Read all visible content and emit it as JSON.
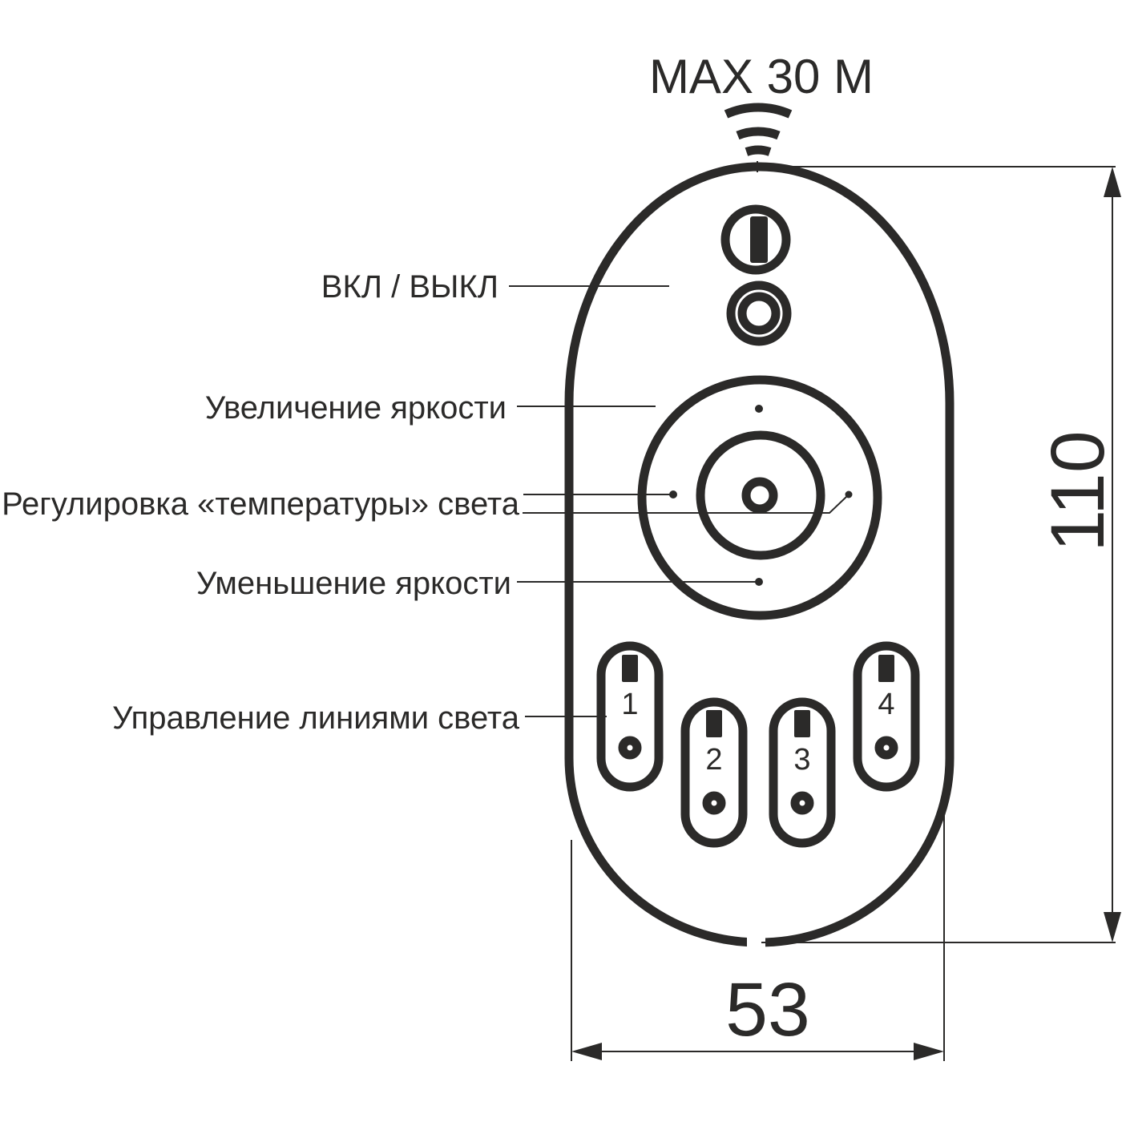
{
  "title": {
    "max_range": "MAX 30 M"
  },
  "callouts": {
    "power": "ВКЛ / ВЫКЛ",
    "brightness_up": "Увеличение яркости",
    "color_temp": "Регулировка «температуры» света",
    "brightness_down": "Уменьшение яркости",
    "zone_control": "Управление линиями света"
  },
  "dimensions": {
    "height_mm": "110",
    "width_mm": "53"
  },
  "remote": {
    "zone_buttons": [
      {
        "label": "1"
      },
      {
        "label": "2"
      },
      {
        "label": "3"
      },
      {
        "label": "4"
      }
    ]
  },
  "colors": {
    "ink": "#2b2a29",
    "background": "#ffffff"
  }
}
